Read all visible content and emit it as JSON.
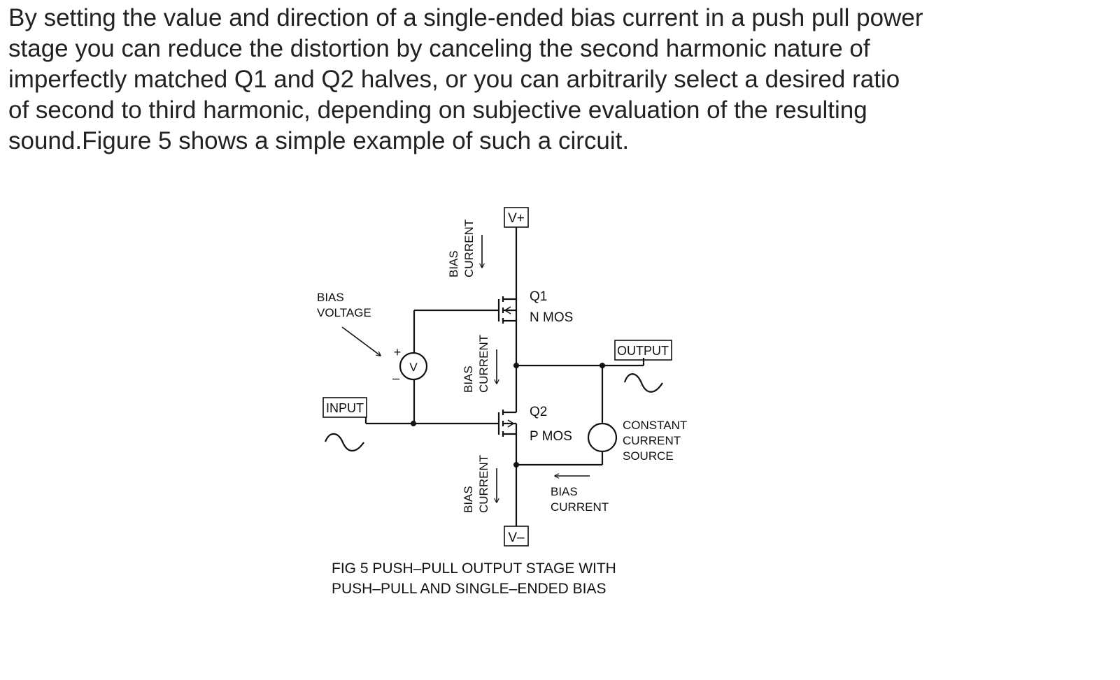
{
  "paragraph": {
    "lines": [
      "By setting the value and direction of a single-ended bias current in a push pull power",
      "stage you can reduce the distortion by canceling the second harmonic nature of",
      "imperfectly matched Q1 and Q2 halves, or you can arbitrarily select a desired ratio",
      "of second to third harmonic, depending on subjective evaluation of the resulting",
      "sound.Figure 5 shows a simple example of such a circuit."
    ]
  },
  "figure": {
    "rails": {
      "positive": "V+",
      "negative": "V–"
    },
    "q1": {
      "name": "Q1",
      "type": "N MOS"
    },
    "q2": {
      "name": "Q2",
      "type": "P MOS"
    },
    "bias_voltage": {
      "line1": "BIAS",
      "line2": "VOLTAGE",
      "meter": "V",
      "plus": "+",
      "minus": "–"
    },
    "bias_current_rotated": {
      "line1": "BIAS",
      "line2": "CURRENT"
    },
    "bias_current_horizontal": {
      "line1": "BIAS",
      "line2": "CURRENT"
    },
    "input_label": "INPUT",
    "output_label": "OUTPUT",
    "current_source": {
      "line1": "CONSTANT",
      "line2": "CURRENT",
      "line3": "SOURCE"
    },
    "caption": {
      "line1": "FIG 5  PUSH–PULL OUTPUT STAGE WITH",
      "line2": "PUSH–PULL AND SINGLE–ENDED BIAS"
    }
  }
}
